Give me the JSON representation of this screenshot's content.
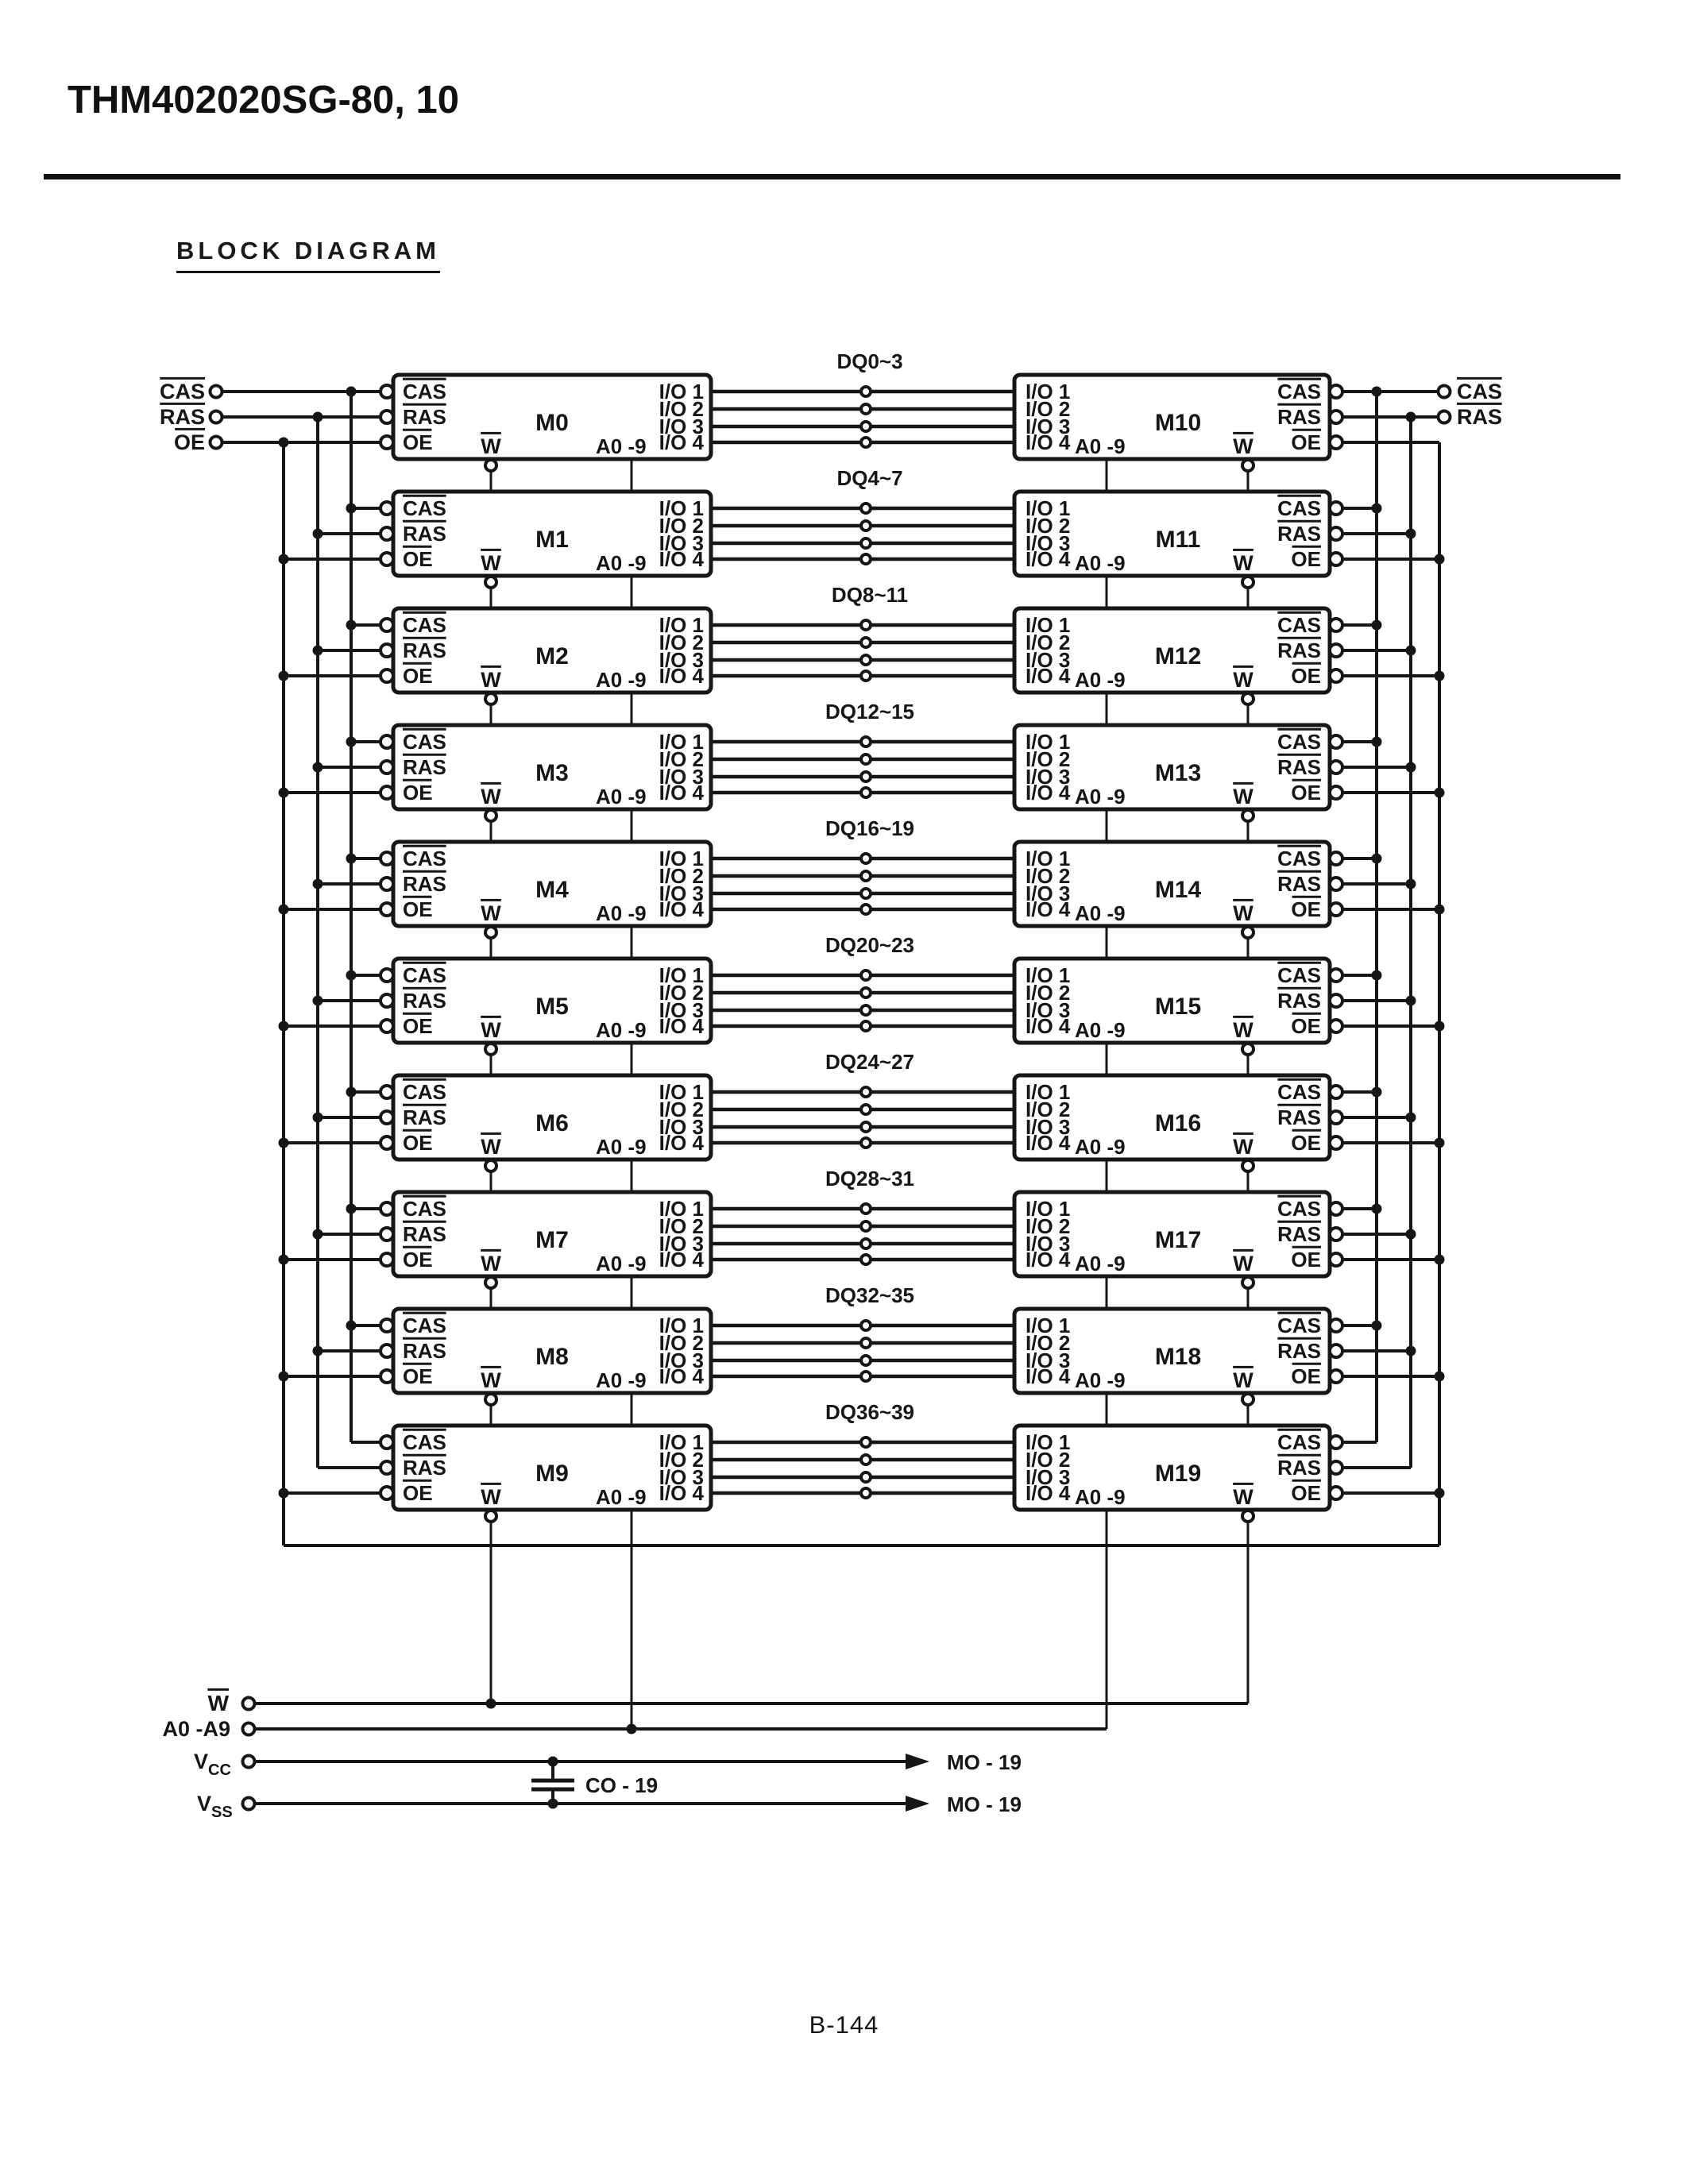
{
  "page": {
    "title": "THM402020SG-80, 10",
    "section_heading": "BLOCK DIAGRAM",
    "footer_page_number": "B-144",
    "ink": "#161616",
    "background": "#ffffff"
  },
  "diagram": {
    "left_input_terminals": [
      {
        "label": "CAS",
        "overline": true
      },
      {
        "label": "RAS",
        "overline": true
      },
      {
        "label": "OE",
        "overline": true
      }
    ],
    "right_output_terminals": [
      {
        "label": "CAS",
        "overline": true
      },
      {
        "label": "RAS",
        "overline": true
      }
    ],
    "block_pins": {
      "control": [
        {
          "label": "CAS",
          "overline": true
        },
        {
          "label": "RAS",
          "overline": true
        },
        {
          "label": "OE",
          "overline": true
        }
      ],
      "io": [
        "I/O 1",
        "I/O 2",
        "I/O 3",
        "I/O 4"
      ],
      "write": {
        "label": "W",
        "overline": true
      },
      "address": {
        "label": "A0 -9",
        "overline": false
      }
    },
    "rows": [
      {
        "left_module": "M0",
        "right_module": "M10",
        "dq_label": "DQ0~3"
      },
      {
        "left_module": "M1",
        "right_module": "M11",
        "dq_label": "DQ4~7"
      },
      {
        "left_module": "M2",
        "right_module": "M12",
        "dq_label": "DQ8~11"
      },
      {
        "left_module": "M3",
        "right_module": "M13",
        "dq_label": "DQ12~15"
      },
      {
        "left_module": "M4",
        "right_module": "M14",
        "dq_label": "DQ16~19"
      },
      {
        "left_module": "M5",
        "right_module": "M15",
        "dq_label": "DQ20~23"
      },
      {
        "left_module": "M6",
        "right_module": "M16",
        "dq_label": "DQ24~27"
      },
      {
        "left_module": "M7",
        "right_module": "M17",
        "dq_label": "DQ28~31"
      },
      {
        "left_module": "M8",
        "right_module": "M18",
        "dq_label": "DQ32~35"
      },
      {
        "left_module": "M9",
        "right_module": "M19",
        "dq_label": "DQ36~39"
      }
    ],
    "bottom_signals": {
      "write": {
        "label": "W",
        "overline": true
      },
      "address": {
        "label": "A0 -A9",
        "overline": false
      },
      "vcc": {
        "base": "V",
        "sub": "CC"
      },
      "vss": {
        "base": "V",
        "sub": "SS"
      }
    },
    "capacitor_label": "CO - 19",
    "vcc_destination_label": "MO - 19",
    "vss_destination_label": "MO - 19"
  }
}
